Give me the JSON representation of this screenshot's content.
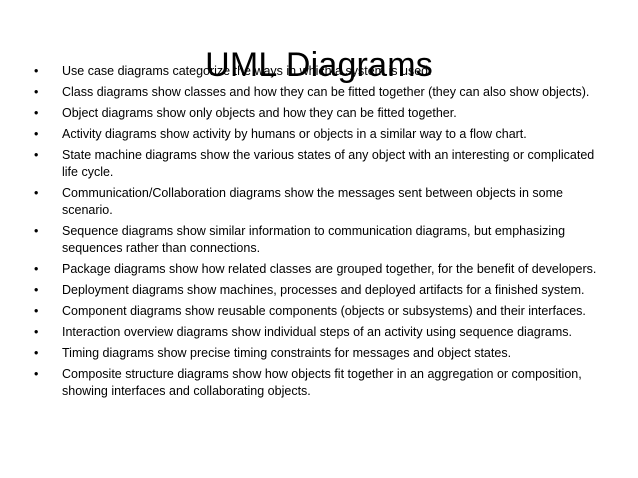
{
  "slide": {
    "title": "UML Diagrams",
    "bullet_symbol": "•",
    "bullets": [
      "Use case diagrams categorize the ways in which a system is used.",
      "Class diagrams show classes and how they can be fitted together (they can also show objects).",
      "Object diagrams show only objects and how they can be fitted together.",
      "Activity diagrams show activity by humans or objects in a similar way to a flow chart.",
      "State machine diagrams show the various states of any object with an interesting or complicated life cycle.",
      "Communication/Collaboration diagrams show the messages sent between objects in some scenario.",
      "Sequence diagrams show similar information to communication diagrams, but emphasizing sequences rather than connections.",
      "Package diagrams show how related classes are grouped together, for the benefit of developers.",
      "Deployment diagrams show machines, processes and deployed artifacts for a finished system.",
      "Component diagrams show reusable components (objects or subsystems) and their interfaces.",
      "Interaction overview diagrams show individual steps of an activity using sequence diagrams.",
      "Timing diagrams show precise timing constraints for messages and object states.",
      "Composite structure diagrams show how objects fit together in an aggregation or composition, showing interfaces and collaborating objects."
    ]
  }
}
